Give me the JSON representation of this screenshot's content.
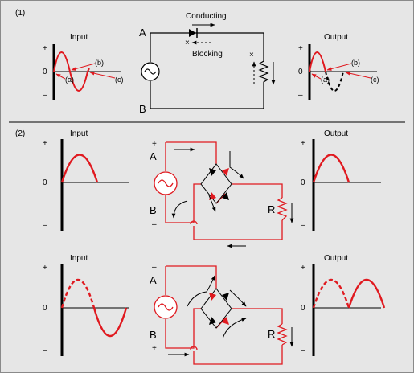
{
  "section1": {
    "number": "(1)",
    "input_title": "Input",
    "output_title": "Output",
    "plus": "+",
    "zero": "0",
    "minus": "–",
    "mark_a": "(a)",
    "mark_b": "(b)",
    "mark_c": "(c)",
    "node_a": "A",
    "node_b": "B",
    "conducting": "Conducting",
    "blocking": "Blocking"
  },
  "section2": {
    "number": "(2)",
    "top": {
      "input_title": "Input",
      "output_title": "Output",
      "plus": "+",
      "zero": "0",
      "minus": "–",
      "node_a": "A",
      "node_b": "B",
      "sign_a": "+",
      "sign_b": "–",
      "resistor": "R"
    },
    "bottom": {
      "input_title": "Input",
      "output_title": "Output",
      "plus": "+",
      "zero": "0",
      "minus": "–",
      "node_a": "A",
      "node_b": "B",
      "sign_a": "–",
      "sign_b": "+",
      "resistor": "R"
    }
  },
  "colors": {
    "accent": "#e0191f",
    "background": "#e6e6e6",
    "ink": "#000000"
  }
}
